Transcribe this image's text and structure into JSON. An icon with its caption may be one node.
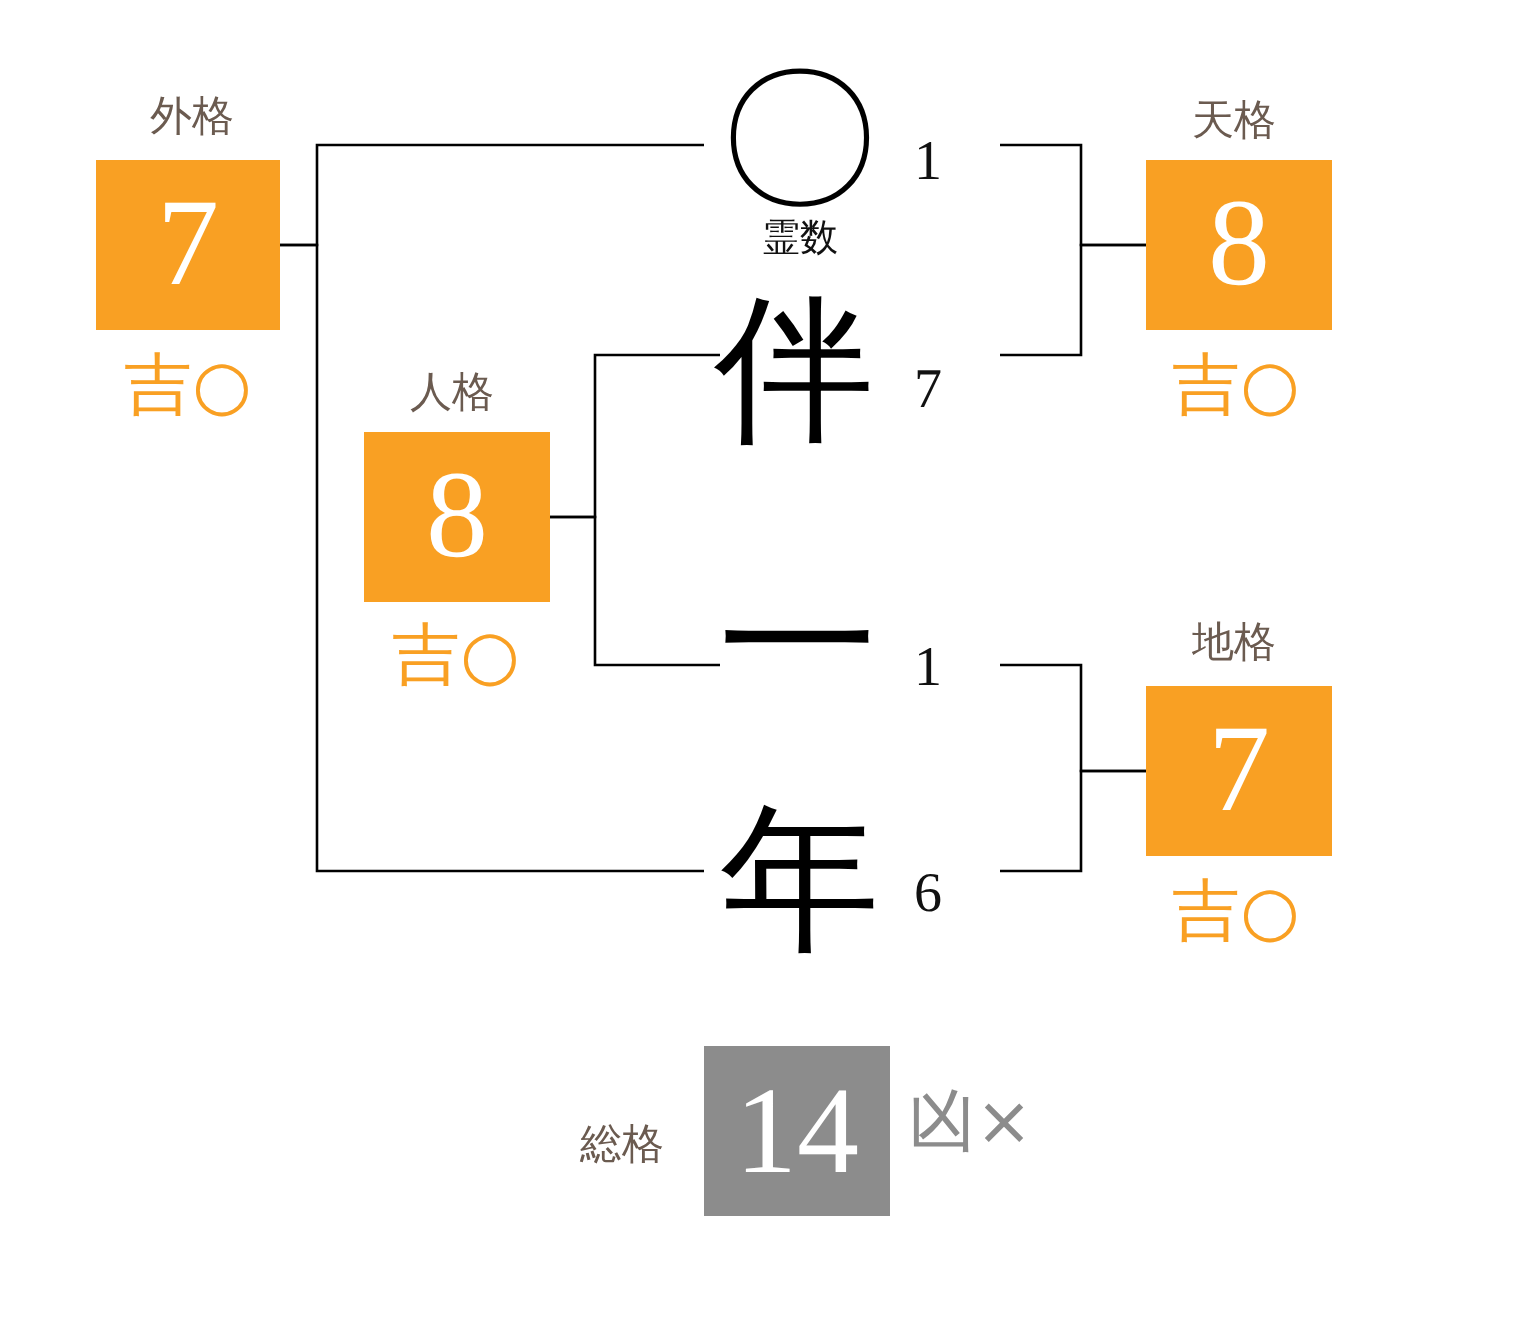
{
  "diagram": {
    "nodes": [
      {
        "text": [
          "外格",
          "7"
        ],
        "beside": [
          "吉○"
        ]
      },
      {
        "text": [
          "〇"
        ],
        "beside": [
          "1",
          "霊数"
        ]
      },
      {
        "text": [
          "天格",
          "8"
        ],
        "beside": [
          "吉○"
        ]
      },
      {
        "text": [
          "人格",
          "8"
        ],
        "beside": [
          "吉○"
        ]
      },
      {
        "text": [
          "伴"
        ],
        "beside": [
          "7"
        ]
      },
      {
        "text": [
          "一"
        ],
        "beside": [
          "1"
        ]
      },
      {
        "text": [
          "地格",
          "7"
        ],
        "beside": [
          "吉○"
        ]
      },
      {
        "text": [
          "年"
        ],
        "beside": [
          "6"
        ]
      },
      {
        "text": [
          "総格",
          "14"
        ],
        "beside": [
          "凶×"
        ]
      }
    ],
    "edges": [
      {
        "from": 0,
        "to": 1,
        "arrow": "none"
      },
      {
        "from": 0,
        "to": 7,
        "arrow": "none"
      },
      {
        "from": 3,
        "to": 4,
        "arrow": "none"
      },
      {
        "from": 3,
        "to": 5,
        "arrow": "none"
      },
      {
        "from": 2,
        "to": 1,
        "arrow": "none"
      },
      {
        "from": 2,
        "to": 4,
        "arrow": "none"
      },
      {
        "from": 6,
        "to": 5,
        "arrow": "none"
      },
      {
        "from": 6,
        "to": 7,
        "arrow": "none"
      }
    ]
  }
}
